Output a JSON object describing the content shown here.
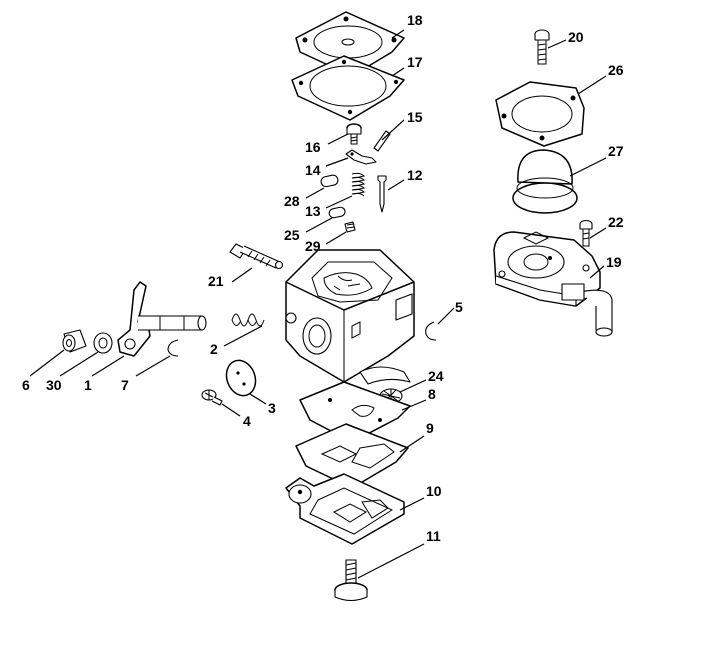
{
  "labels": {
    "l1": "1",
    "l2": "2",
    "l3": "3",
    "l4": "4",
    "l5": "5",
    "l6": "6",
    "l7": "7",
    "l8": "8",
    "l9": "9",
    "l10": "10",
    "l11": "11",
    "l12": "12",
    "l13": "13",
    "l14": "14",
    "l15": "15",
    "l16": "16",
    "l17": "17",
    "l18": "18",
    "l19": "19",
    "l20": "20",
    "l21": "21",
    "l22": "22",
    "l24": "24",
    "l25": "25",
    "l26": "26",
    "l27": "27",
    "l28": "28",
    "l29": "29",
    "l30": "30"
  }
}
